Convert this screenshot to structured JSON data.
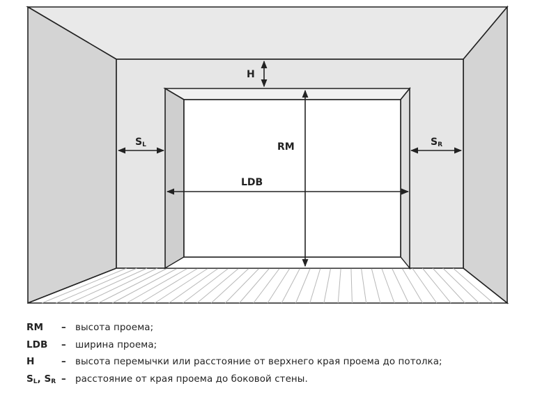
{
  "diagram": {
    "labels": {
      "h": "H",
      "rm": "RM",
      "ldb": "LDB",
      "sl_main": "S",
      "sl_sub": "L",
      "sr_main": "S",
      "sr_sub": "R"
    }
  },
  "legend": {
    "items": [
      {
        "term": "RM",
        "dash": "–",
        "desc": "высота проема;"
      },
      {
        "term": "LDB",
        "dash": "–",
        "desc": "ширина проема;"
      },
      {
        "term": "H",
        "dash": "–",
        "desc": "высота перемычки или расстояние от  верхнего края проема до потолка;"
      },
      {
        "term_s1": "S",
        "term_sub1": "L",
        "term_sep": ", ",
        "term_s2": "S",
        "term_sub2": "R",
        "dash": "–",
        "desc": "расстояние от края проема до боковой стены."
      }
    ]
  },
  "colors": {
    "stroke": "#222222",
    "wall_back": "#e6e6e6",
    "wall_side": "#d4d4d4",
    "ceiling": "#e9e9e9",
    "jamb": "#cfcfcf",
    "opening": "#ffffff",
    "floor_line": "#b8b8b8"
  }
}
